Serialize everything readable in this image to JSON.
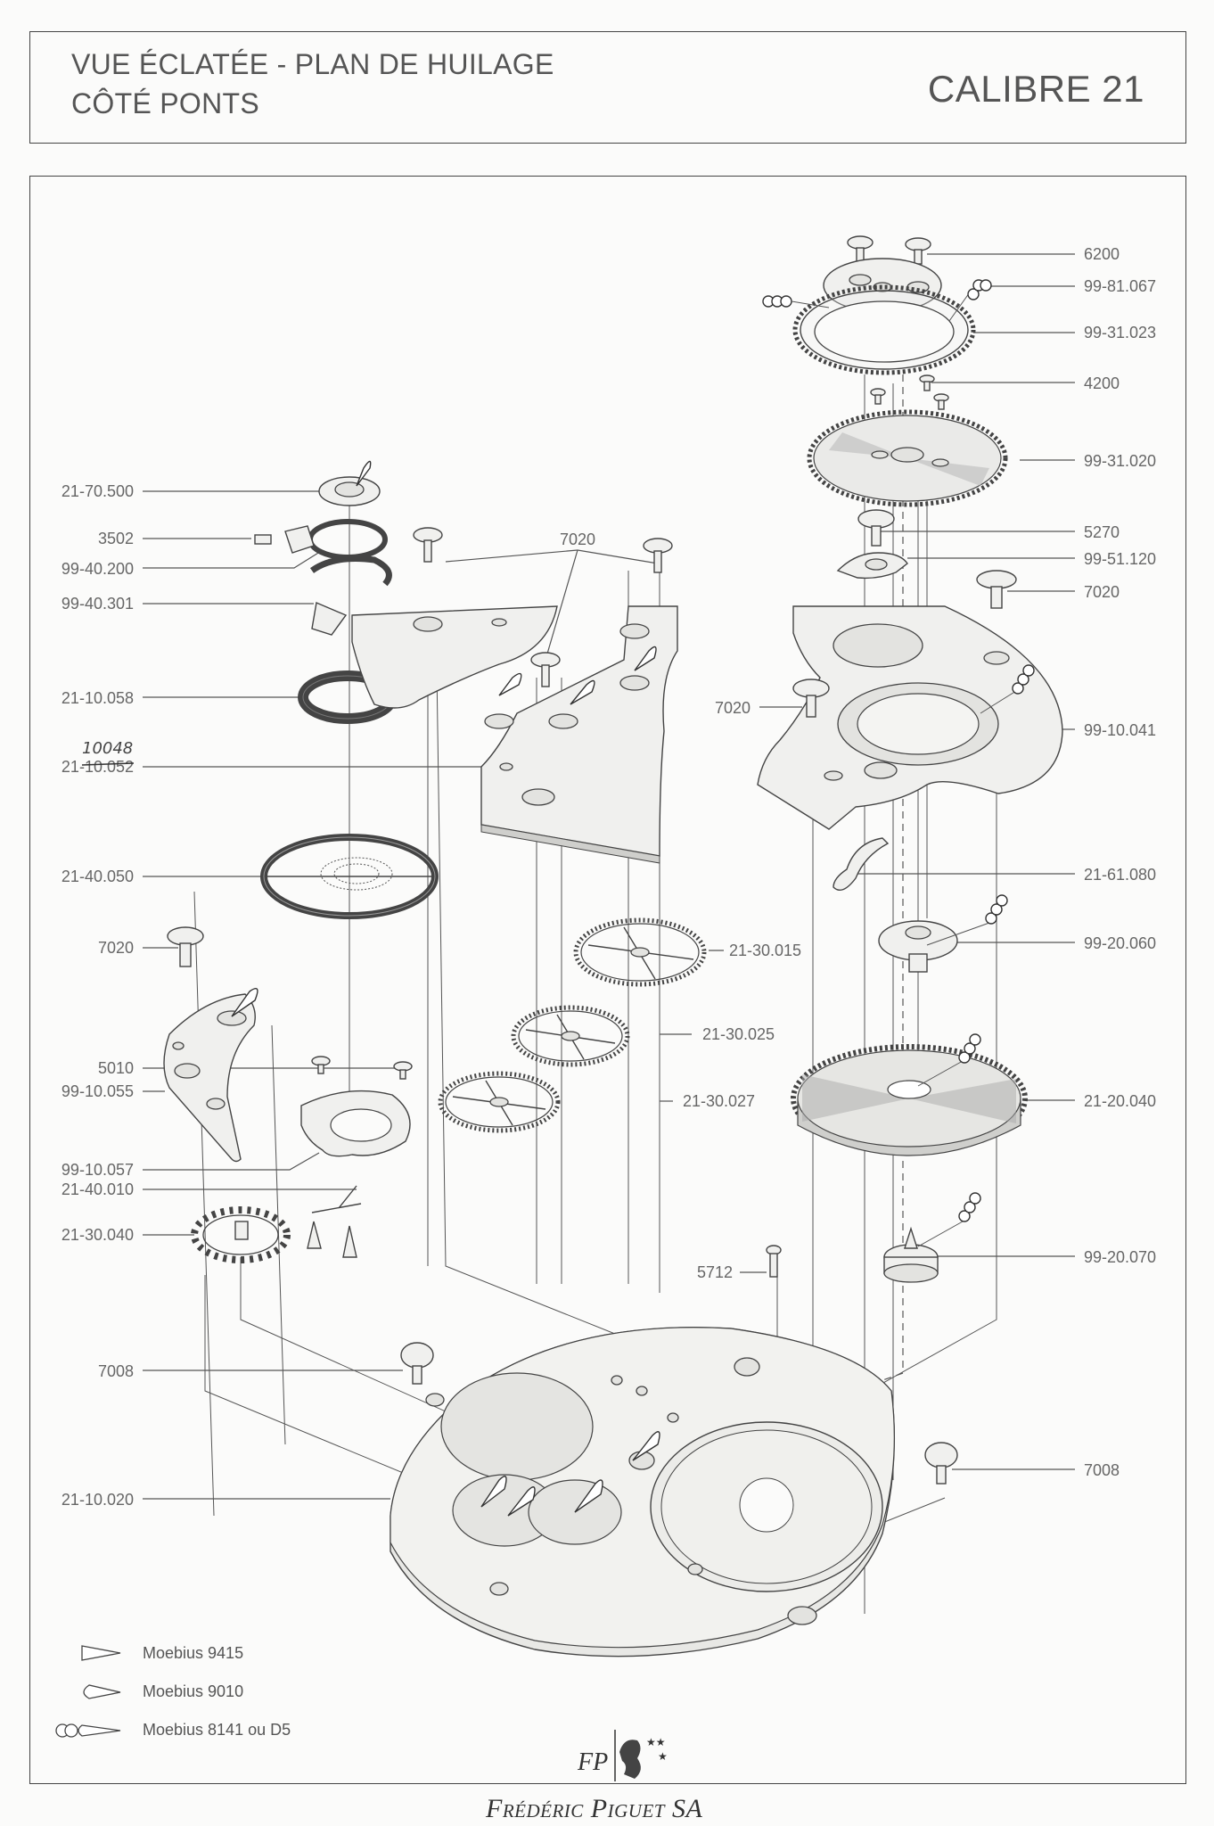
{
  "header": {
    "title_line1": "VUE ÉCLATÉE - PLAN DE HUILAGE",
    "title_line2": "CÔTÉ PONTS",
    "calibre": "CALIBRE 21"
  },
  "parts_left": [
    {
      "ref": "21-70.500"
    },
    {
      "ref": "3502"
    },
    {
      "ref": "99-40.200"
    },
    {
      "ref": "99-40.301"
    },
    {
      "ref": "21-10.058"
    },
    {
      "ref": "21-10.052",
      "handwritten_correction": "10048"
    },
    {
      "ref": "21-40.050"
    },
    {
      "ref": "7020"
    },
    {
      "ref": "5010"
    },
    {
      "ref": "99-10.055"
    },
    {
      "ref": "99-10.057"
    },
    {
      "ref": "21-40.010"
    },
    {
      "ref": "21-30.040"
    },
    {
      "ref": "7008"
    },
    {
      "ref": "21-10.020"
    }
  ],
  "parts_right": [
    {
      "ref": "6200"
    },
    {
      "ref": "99-81.067"
    },
    {
      "ref": "99-31.023"
    },
    {
      "ref": "4200"
    },
    {
      "ref": "99-31.020"
    },
    {
      "ref": "5270"
    },
    {
      "ref": "99-51.120"
    },
    {
      "ref": "7020"
    },
    {
      "ref": "99-10.041"
    },
    {
      "ref": "21-61.080"
    },
    {
      "ref": "99-20.060"
    },
    {
      "ref": "21-20.040"
    },
    {
      "ref": "99-20.070"
    },
    {
      "ref": "7008"
    }
  ],
  "parts_center": [
    {
      "ref": "7020"
    },
    {
      "ref": "7020"
    },
    {
      "ref": "21-30.015"
    },
    {
      "ref": "21-30.025"
    },
    {
      "ref": "21-30.027"
    },
    {
      "ref": "5712"
    }
  ],
  "legend": [
    {
      "symbol": "triangle-oiler",
      "label": "Moebius 9415"
    },
    {
      "symbol": "drop-oiler",
      "label": "Moebius 9010"
    },
    {
      "symbol": "triple-bead-oiler",
      "label": "Moebius 8141 ou D5"
    }
  ],
  "footer": {
    "logo_initials": "FP",
    "brand": "Frédéric Piguet SA"
  }
}
